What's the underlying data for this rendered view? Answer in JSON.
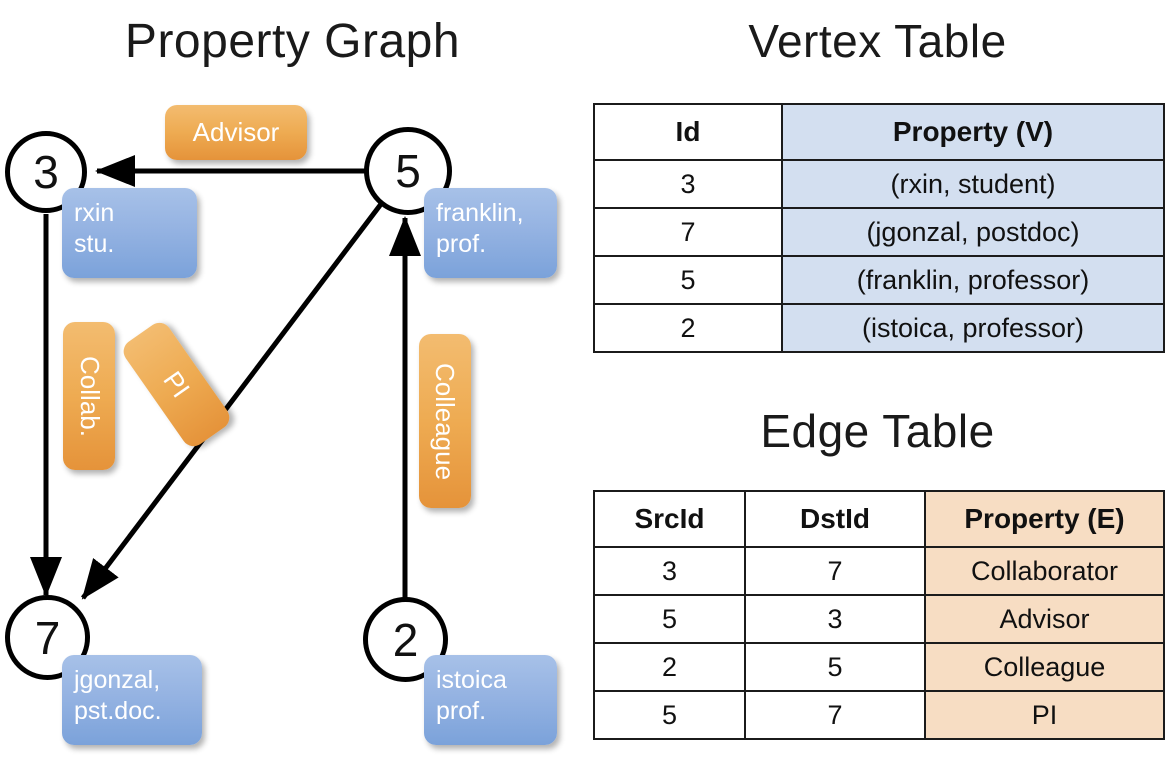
{
  "graph": {
    "title": "Property Graph",
    "nodes": [
      {
        "id": "3",
        "property_lines": [
          "rxin",
          "stu."
        ]
      },
      {
        "id": "5",
        "property_lines": [
          "franklin,",
          "prof."
        ]
      },
      {
        "id": "7",
        "property_lines": [
          "jgonzal,",
          "pst.doc."
        ]
      },
      {
        "id": "2",
        "property_lines": [
          "istoica",
          "prof."
        ]
      }
    ],
    "edge_labels": [
      {
        "name": "advisor",
        "text": "Advisor",
        "orientation": "horizontal"
      },
      {
        "name": "collab",
        "text": "Collab.",
        "orientation": "vertical"
      },
      {
        "name": "pi",
        "text": "PI",
        "orientation": "rotated"
      },
      {
        "name": "colleague",
        "text": "Colleague",
        "orientation": "vertical"
      }
    ],
    "edges": [
      {
        "from": "5",
        "to": "3",
        "label": "Advisor"
      },
      {
        "from": "3",
        "to": "7",
        "label": "Collab."
      },
      {
        "from": "5",
        "to": "7",
        "label": "PI"
      },
      {
        "from": "2",
        "to": "5",
        "label": "Colleague"
      }
    ]
  },
  "vertex_table": {
    "title": "Vertex Table",
    "headers": [
      "Id",
      "Property (V)"
    ],
    "rows": [
      {
        "id": "3",
        "property": "(rxin, student)"
      },
      {
        "id": "7",
        "property": "(jgonzal, postdoc)"
      },
      {
        "id": "5",
        "property": "(franklin, professor)"
      },
      {
        "id": "2",
        "property": "(istoica, professor)"
      }
    ]
  },
  "edge_table": {
    "title": "Edge Table",
    "headers": [
      "SrcId",
      "DstId",
      "Property (E)"
    ],
    "rows": [
      {
        "src": "3",
        "dst": "7",
        "property": "Collaborator"
      },
      {
        "src": "5",
        "dst": "3",
        "property": "Advisor"
      },
      {
        "src": "2",
        "dst": "5",
        "property": "Colleague"
      },
      {
        "src": "5",
        "dst": "7",
        "property": "PI"
      }
    ]
  },
  "colors": {
    "vertex_property_fill": "#d3dff0",
    "edge_property_fill": "#f7ddc3",
    "node_box_blue": "#95b3e2",
    "edge_label_orange": "#eeab52",
    "stroke": "#000000",
    "background": "#ffffff"
  }
}
